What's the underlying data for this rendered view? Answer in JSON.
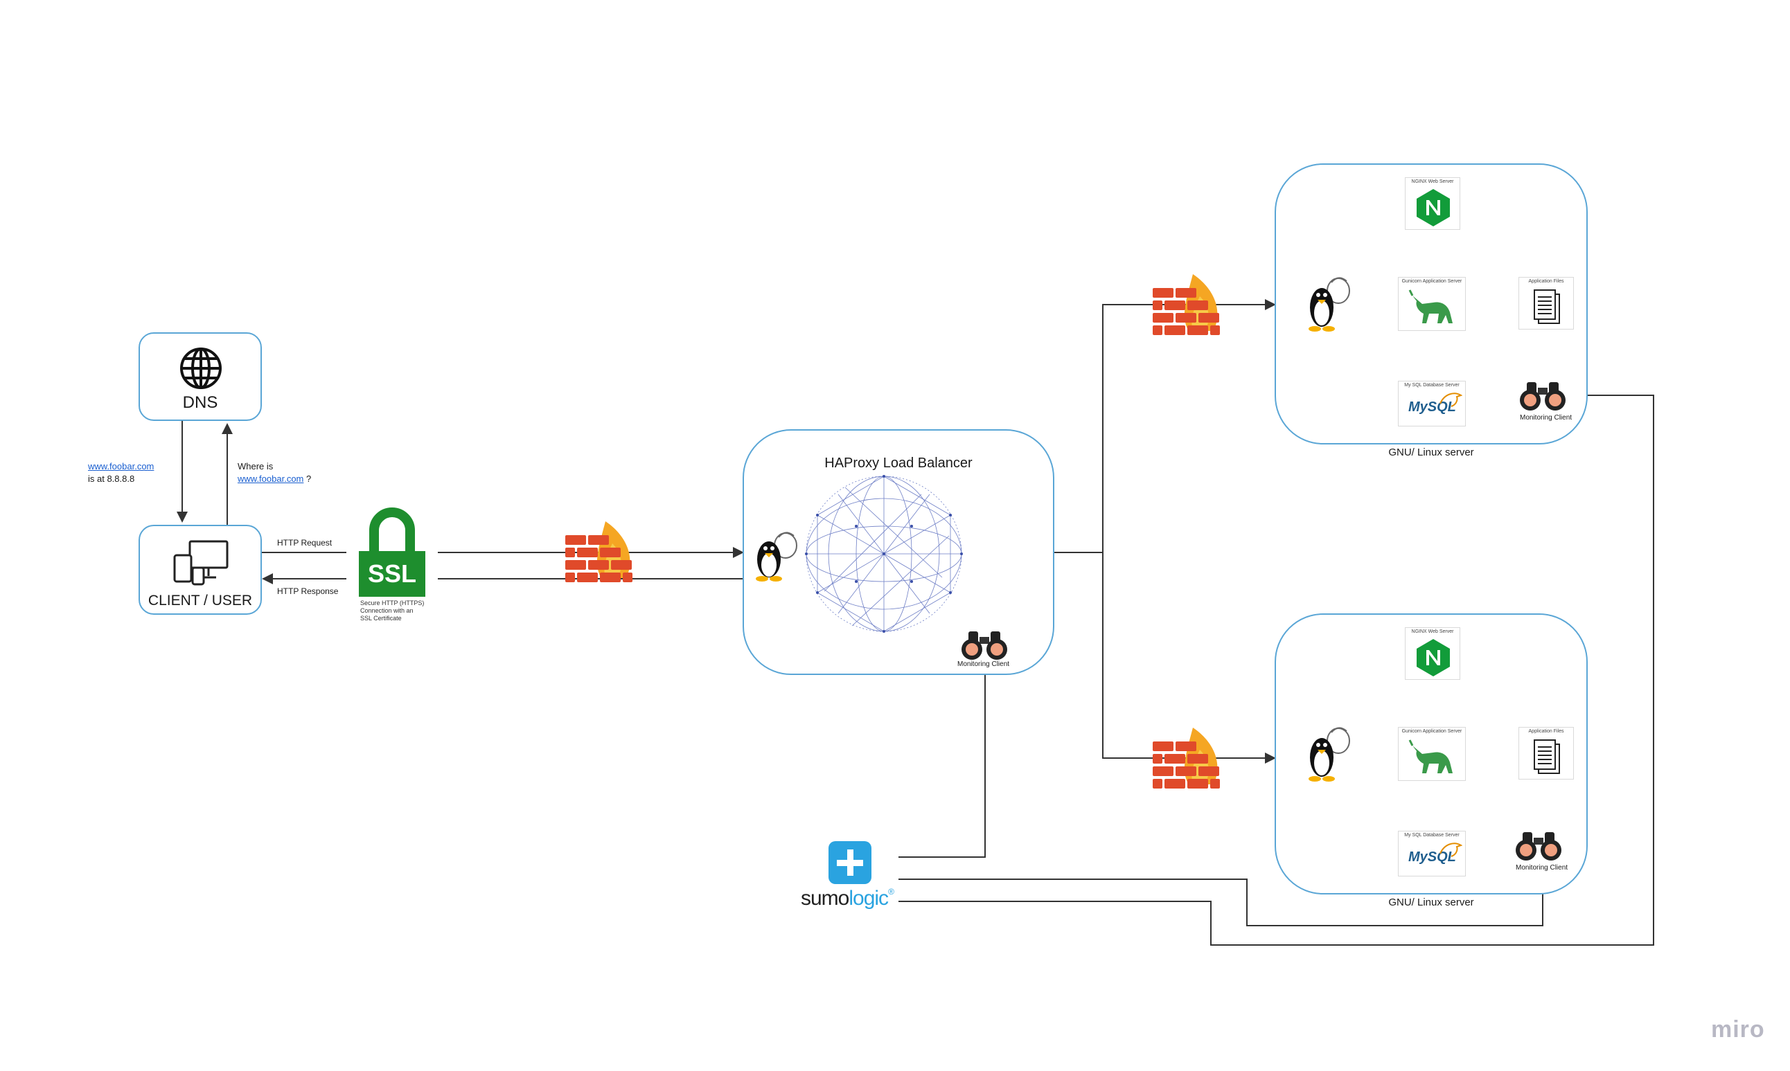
{
  "dns": {
    "label": "DNS"
  },
  "client": {
    "label": "CLIENT / USER"
  },
  "dns_reply": {
    "link": "www.foobar.com",
    "text": "is at 8.8.8.8"
  },
  "dns_query": {
    "prefix": "Where is",
    "link": "www.foobar.com",
    "suffix": "?"
  },
  "http": {
    "request": "HTTP Request",
    "response": "HTTP Response"
  },
  "ssl": {
    "badge": "SSL",
    "caption_lines": [
      "Secure HTTP (HTTPS)",
      "Connection with an",
      "SSL Certificate"
    ]
  },
  "load_balancer": {
    "title": "HAProxy Load Balancer",
    "monitor_label": "Monitoring Client"
  },
  "servers": [
    {
      "caption": "GNU/ Linux server",
      "nginx_label": "NGINX Web Server",
      "gunicorn_label": "Gunicorn Application Server",
      "mysql_label": "My SQL Database Server",
      "files_label": "Application Files",
      "monitor_label": "Monitoring Client",
      "mysql_logo": "MySQL"
    },
    {
      "caption": "GNU/ Linux server",
      "nginx_label": "NGINX Web Server",
      "gunicorn_label": "Gunicorn Application Server",
      "mysql_label": "My SQL Database Server",
      "files_label": "Application Files",
      "monitor_label": "Monitoring Client",
      "mysql_logo": "MySQL"
    }
  ],
  "sumologic": {
    "part1": "sumo",
    "part2": "logic",
    "reg": "®"
  },
  "watermark": "miro",
  "colors": {
    "border": "#5aa6d6",
    "ssl_green": "#1e8e2e",
    "nginx_green": "#129c3a",
    "sumo_blue": "#2aa3e0",
    "brick": "#e04a2a",
    "flame": "#f5a623"
  }
}
